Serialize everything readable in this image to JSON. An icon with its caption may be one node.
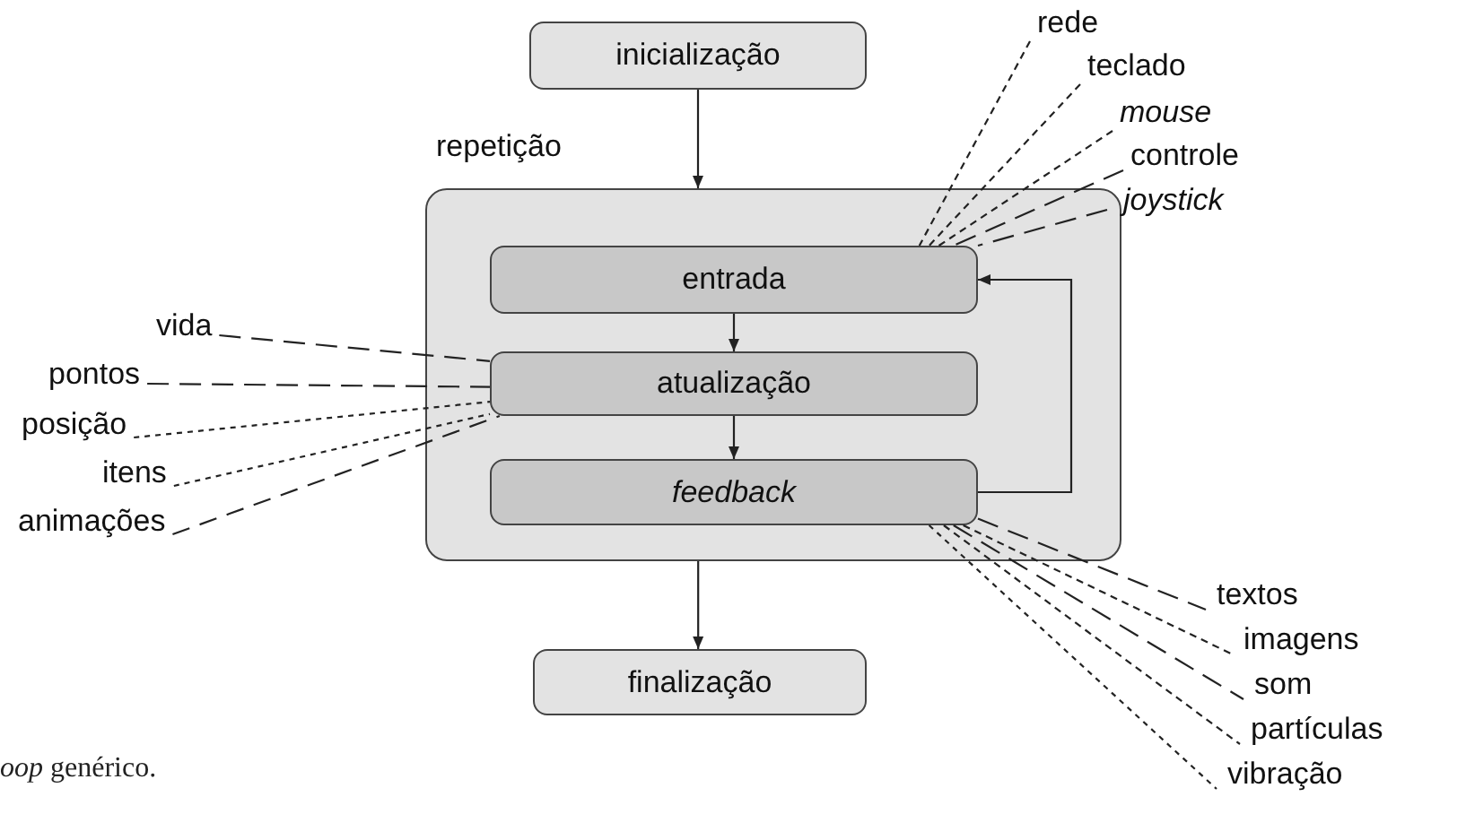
{
  "diagram": {
    "caption": "*oop* genérico.",
    "nodes": [
      {
        "text": [
          "inicialização"
        ]
      },
      {
        "text": [
          "repetição"
        ]
      },
      {
        "text": [
          "entrada"
        ],
        "in": 1
      },
      {
        "text": [
          "atualização"
        ],
        "in": 1
      },
      {
        "text": [
          "feedback"
        ],
        "in": 1
      },
      {
        "text": [
          "finalização"
        ]
      },
      {
        "text": [
          "rede"
        ]
      },
      {
        "text": [
          "teclado"
        ]
      },
      {
        "text": [
          "mouse"
        ]
      },
      {
        "text": [
          "controle"
        ]
      },
      {
        "text": [
          "joystick"
        ]
      },
      {
        "text": [
          "vida"
        ]
      },
      {
        "text": [
          "pontos"
        ]
      },
      {
        "text": [
          "posição"
        ]
      },
      {
        "text": [
          "itens"
        ]
      },
      {
        "text": [
          "animações"
        ]
      },
      {
        "text": [
          "textos"
        ]
      },
      {
        "text": [
          "imagens"
        ]
      },
      {
        "text": [
          "som"
        ]
      },
      {
        "text": [
          "partículas"
        ]
      },
      {
        "text": [
          "vibração"
        ]
      }
    ],
    "edges": [
      {
        "from": 0,
        "to": 1,
        "arrow": "to"
      },
      {
        "from": 2,
        "to": 3,
        "arrow": "to"
      },
      {
        "from": 3,
        "to": 4,
        "arrow": "to"
      },
      {
        "from": 4,
        "to": 2,
        "arrow": "to"
      },
      {
        "from": 1,
        "to": 5,
        "arrow": "to"
      },
      {
        "from": 6,
        "to": 2,
        "arrow": "none",
        "style": "dashed"
      },
      {
        "from": 7,
        "to": 2,
        "arrow": "none",
        "style": "dashed"
      },
      {
        "from": 8,
        "to": 2,
        "arrow": "none",
        "style": "dashed"
      },
      {
        "from": 9,
        "to": 2,
        "arrow": "none",
        "style": "dashed"
      },
      {
        "from": 10,
        "to": 2,
        "arrow": "none",
        "style": "dashed"
      },
      {
        "from": 11,
        "to": 3,
        "arrow": "none",
        "style": "dashed"
      },
      {
        "from": 12,
        "to": 3,
        "arrow": "none",
        "style": "dashed"
      },
      {
        "from": 13,
        "to": 3,
        "arrow": "none",
        "style": "dashed"
      },
      {
        "from": 14,
        "to": 3,
        "arrow": "none",
        "style": "dashed"
      },
      {
        "from": 15,
        "to": 3,
        "arrow": "none",
        "style": "dashed"
      },
      {
        "from": 4,
        "to": 16,
        "arrow": "none",
        "style": "dashed"
      },
      {
        "from": 4,
        "to": 17,
        "arrow": "none",
        "style": "dashed"
      },
      {
        "from": 4,
        "to": 18,
        "arrow": "none",
        "style": "dashed"
      },
      {
        "from": 4,
        "to": 19,
        "arrow": "none",
        "style": "dashed"
      },
      {
        "from": 4,
        "to": 20,
        "arrow": "none",
        "style": "dashed"
      }
    ]
  }
}
